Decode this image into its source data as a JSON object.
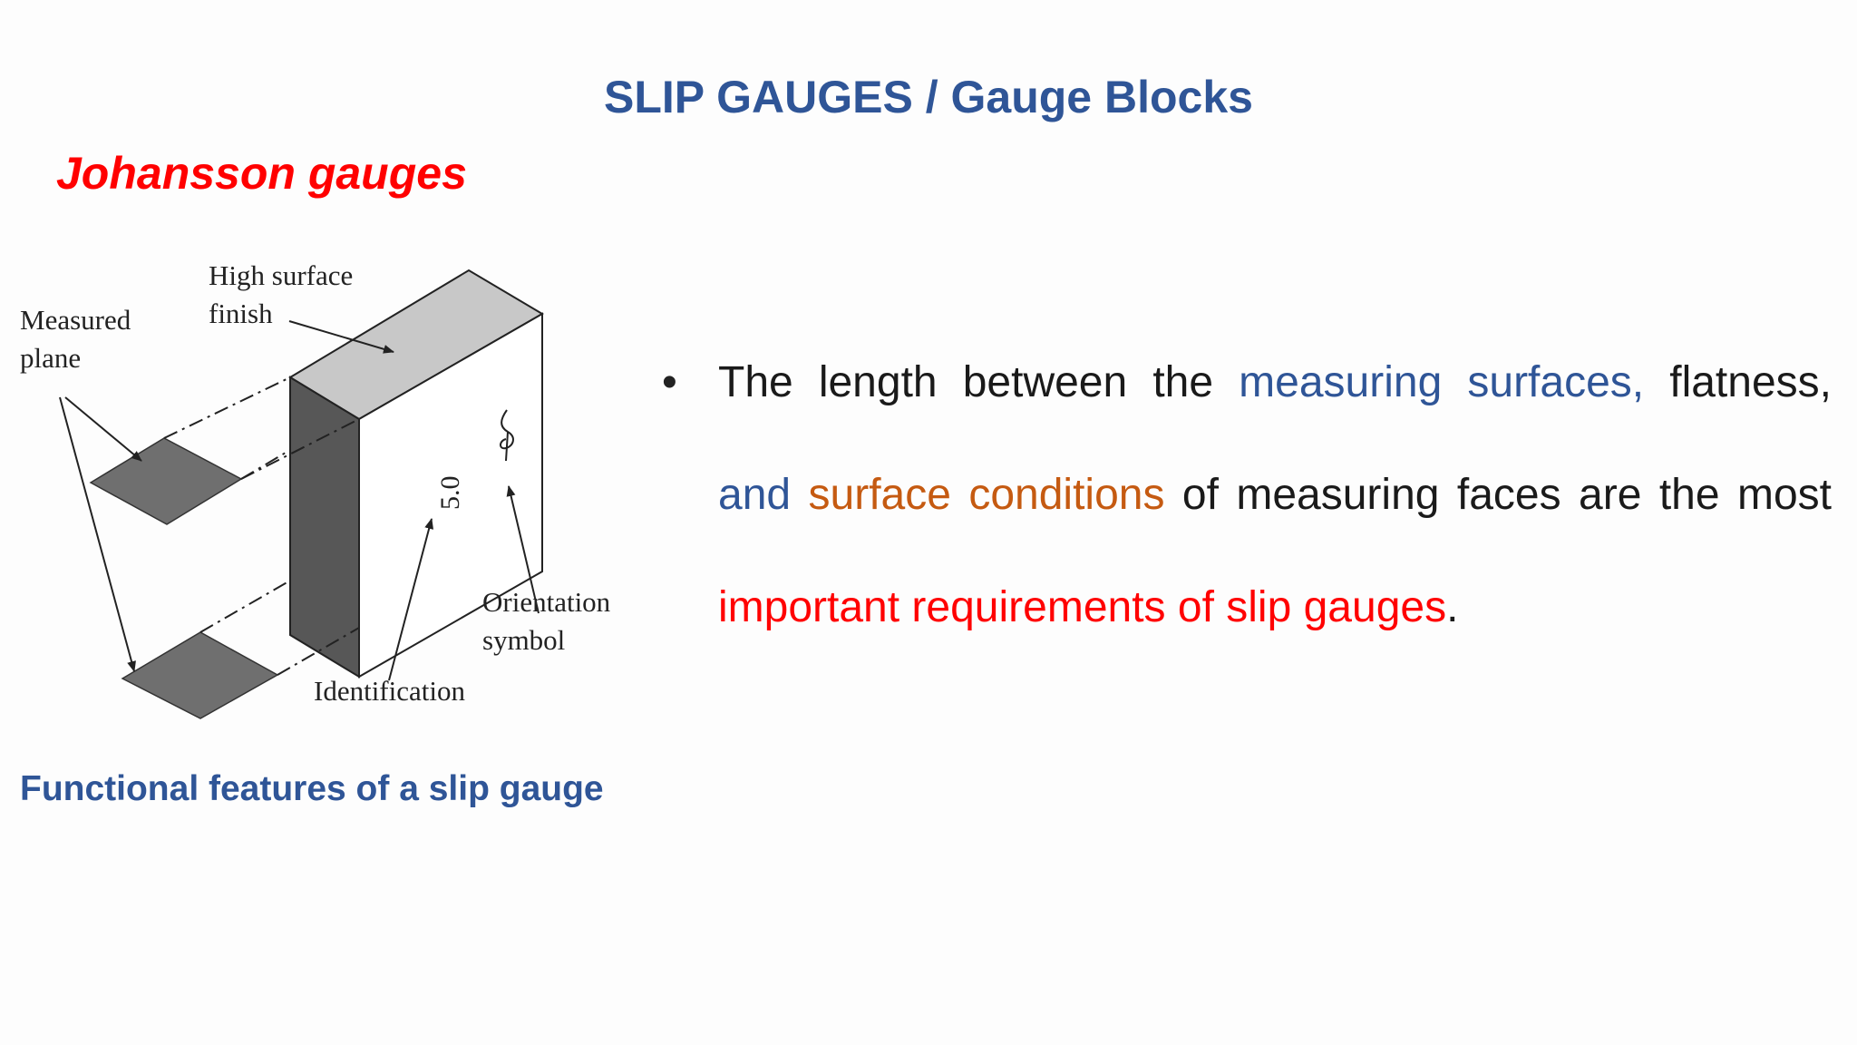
{
  "slide": {
    "title": "SLIP GAUGES / Gauge Blocks",
    "subtitle": "Johansson gauges",
    "caption": "Functional features of a slip gauge",
    "figure_labels": {
      "high_surface_1": "High surface",
      "high_surface_2": "finish",
      "measured_1": "Measured",
      "measured_2": "plane",
      "orientation_1": "Orientation",
      "orientation_2": "symbol",
      "identification": "Identification",
      "block_value": "5.0"
    },
    "bullet": {
      "marker": "•",
      "seg1": "The length between the ",
      "seg2": "measuring surfaces,",
      "seg3": " flatness, ",
      "seg4": "and",
      "seg5": " ",
      "seg6": "surface conditions",
      "seg7": " of measuring faces are the most ",
      "seg8": "important requirements of slip gauges",
      "seg9": "."
    }
  },
  "colors": {
    "title": "#2f5597",
    "subtitle": "#ff0000",
    "highlight_blue": "#2f5597",
    "highlight_orange": "#c55a11",
    "highlight_red": "#ff0000"
  }
}
